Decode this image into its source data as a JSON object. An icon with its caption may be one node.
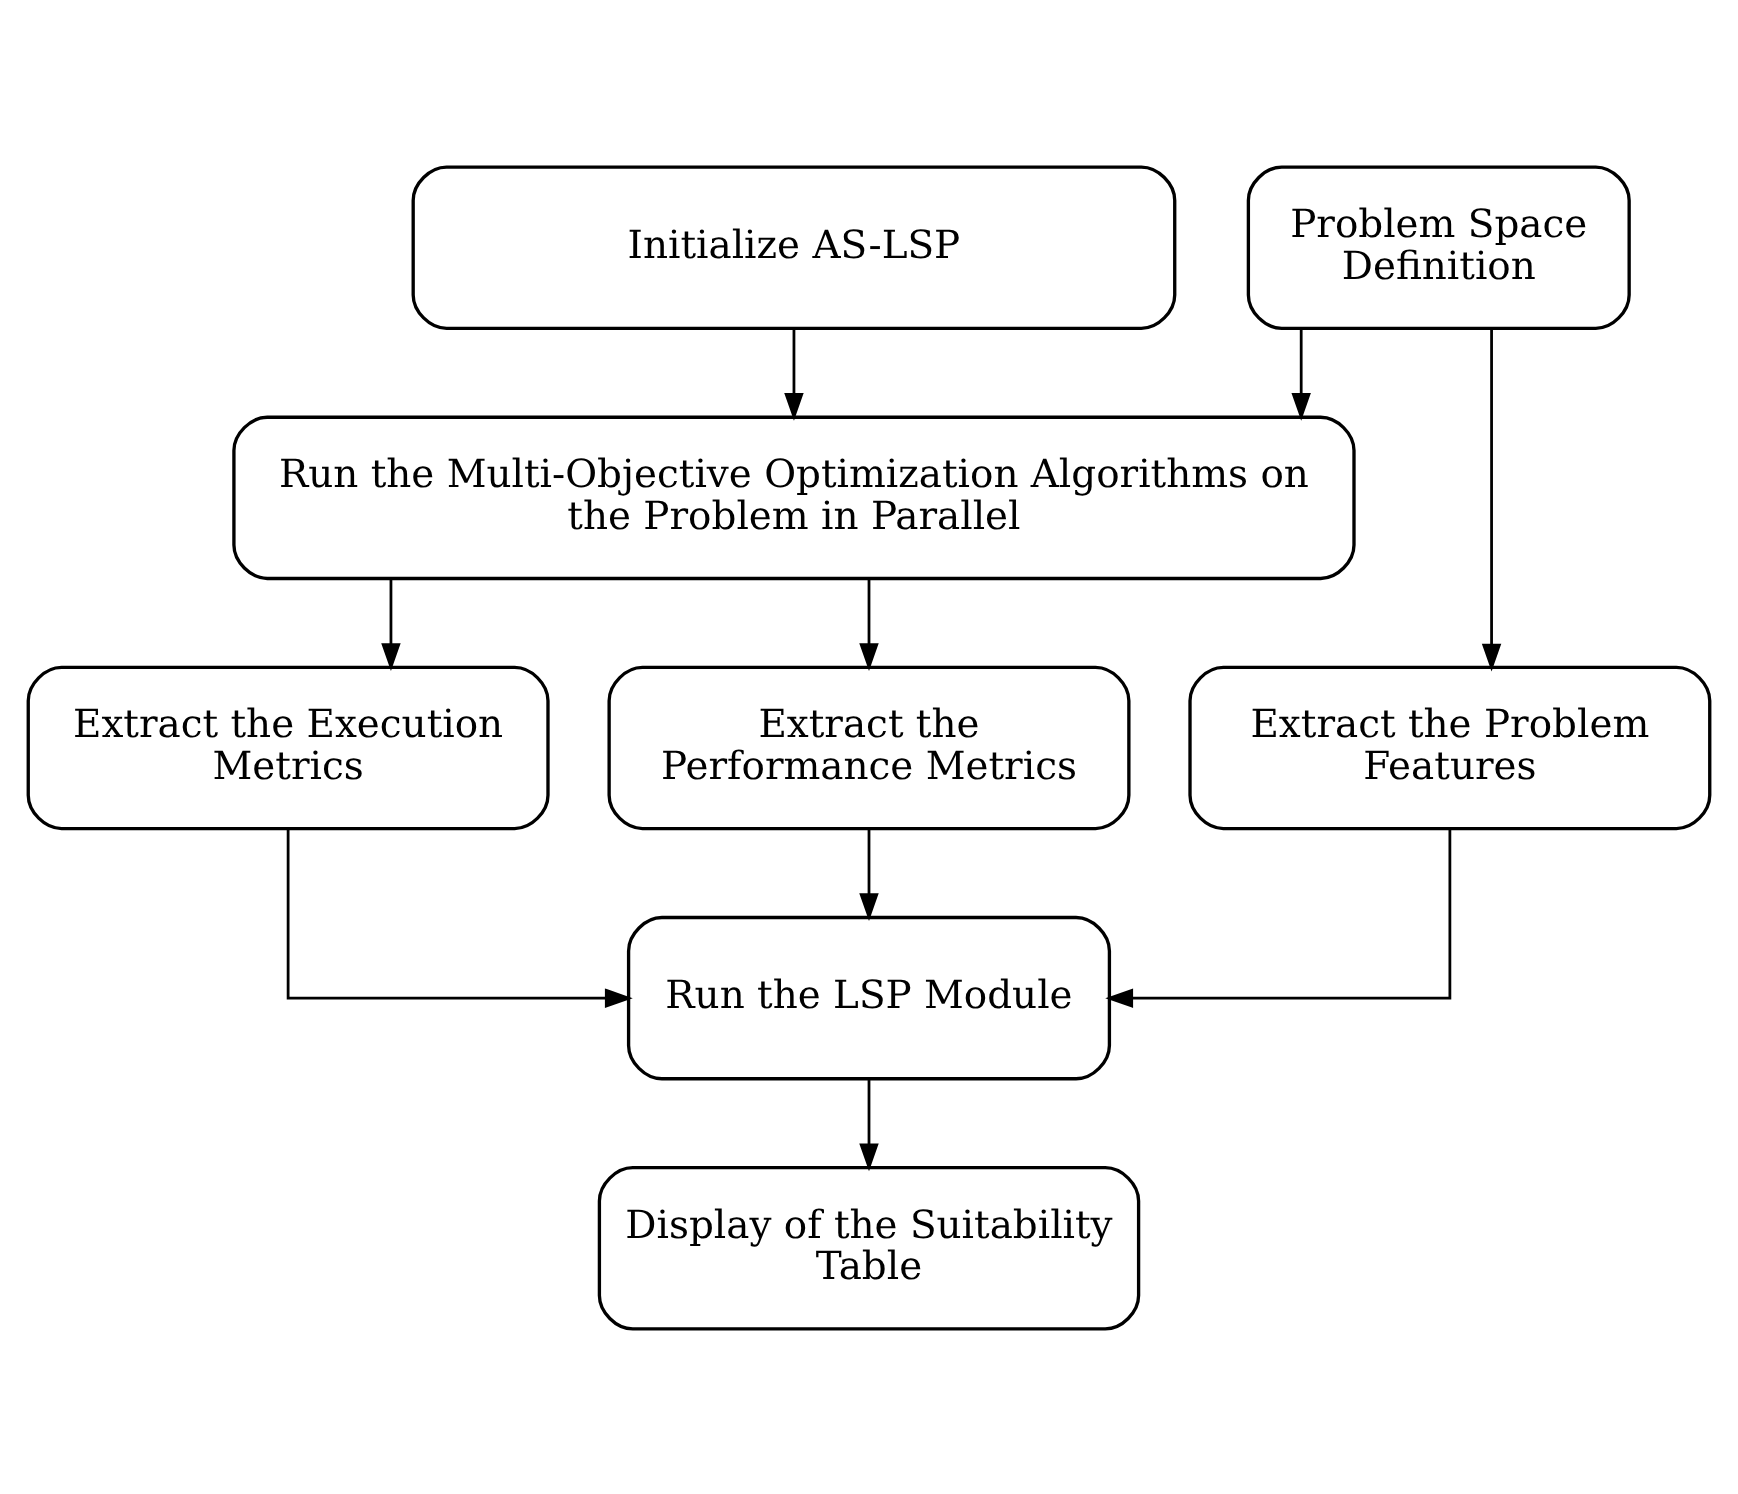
{
  "diagram": {
    "nodes": [
      {
        "text": [
          "Initialize AS-LSP"
        ]
      },
      {
        "text": [
          "Problem Space Definition"
        ]
      },
      {
        "text": [
          "Run the Multi-Objective Optimization Algorithms on the Problem in Parallel"
        ]
      },
      {
        "text": [
          "Extract the Execution Metrics"
        ]
      },
      {
        "text": [
          "Extract the Performance Metrics"
        ]
      },
      {
        "text": [
          "Extract the Problem Features"
        ]
      },
      {
        "text": [
          "Run the LSP Module"
        ]
      },
      {
        "text": [
          "Display of the Suitability Table"
        ]
      }
    ],
    "edges": [
      {
        "from": 0,
        "to": 2,
        "arrow": "to"
      },
      {
        "from": 1,
        "to": 2,
        "arrow": "to"
      },
      {
        "from": 1,
        "to": 5,
        "arrow": "to"
      },
      {
        "from": 2,
        "to": 3,
        "arrow": "to"
      },
      {
        "from": 2,
        "to": 4,
        "arrow": "to"
      },
      {
        "from": 3,
        "to": 6,
        "arrow": "to"
      },
      {
        "from": 4,
        "to": 6,
        "arrow": "to"
      },
      {
        "from": 5,
        "to": 6,
        "arrow": "to"
      },
      {
        "from": 6,
        "to": 7,
        "arrow": "to"
      }
    ]
  }
}
